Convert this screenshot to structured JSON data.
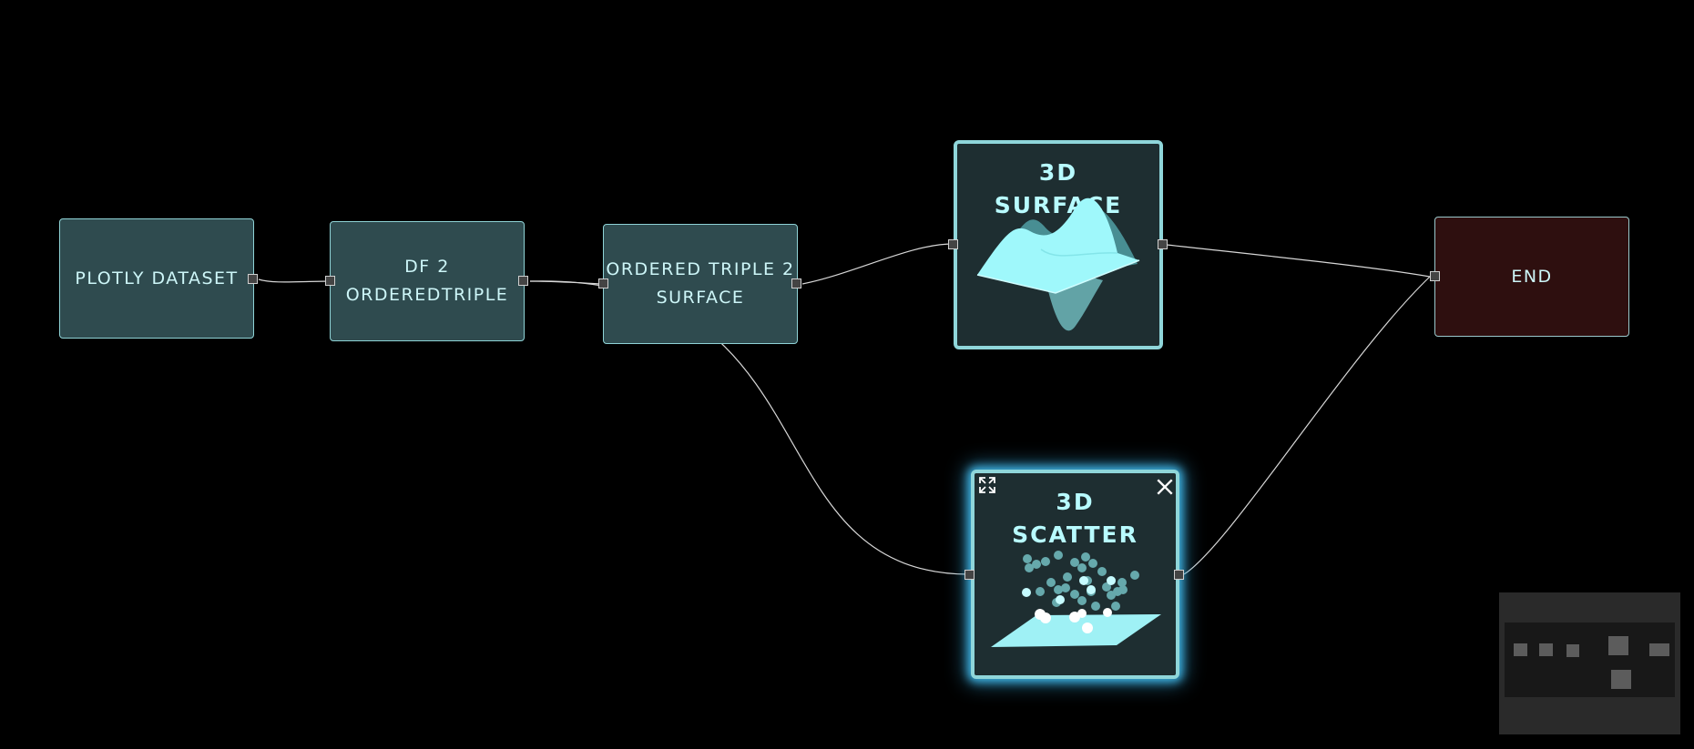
{
  "nodes": {
    "plotly_dataset": {
      "label": "PLOTLY DATASET"
    },
    "df_orderedtriple": {
      "label": "DF 2\nORDEREDTRIPLE"
    },
    "ordered_triple_surface": {
      "label": "ORDERED TRIPLE 2\nSURFACE"
    },
    "surface_3d": {
      "label": "3D\nSURFACE"
    },
    "scatter_3d": {
      "label": "3D\nSCATTER"
    },
    "end": {
      "label": "END"
    }
  },
  "icons": {
    "expand": "expand-arrows-icon",
    "close": "close-x-icon"
  },
  "colors": {
    "background": "#000000",
    "data_node_fill": "#2f4b4f",
    "end_node_fill": "#2e0f0f",
    "node_text": "#cdf6f8",
    "viz_accent": "#8fd6da",
    "selection_glow": "#3fb7e8",
    "edge": "#d7d7d7"
  }
}
